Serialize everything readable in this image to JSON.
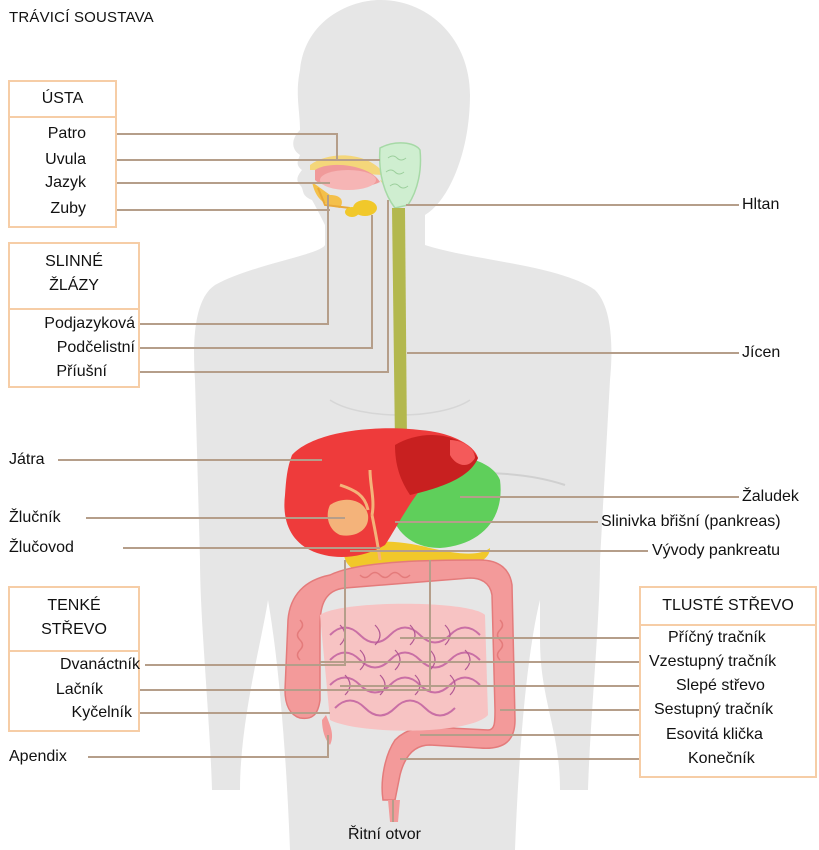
{
  "title": "TRÁVICÍ SOUSTAVA",
  "groups": {
    "usta": {
      "heading": "ÚSTA",
      "items": [
        "Patro",
        "Uvula",
        "Jazyk",
        "Zuby"
      ]
    },
    "slinne": {
      "heading_line1": "SLINNÉ",
      "heading_line2": "ŽLÁZY",
      "items": [
        "Podjazyková",
        "Podčelistní",
        "Příušní"
      ]
    },
    "tenke": {
      "heading_line1": "TENKÉ",
      "heading_line2": "STŘEVO",
      "items": [
        "Dvanáctník",
        "Lačník",
        "Kyčelník"
      ]
    },
    "tluste": {
      "heading": "TLUSTÉ STŘEVO",
      "items": [
        "Příčný tračník",
        "Vzestupný tračník",
        "Slepé střevo",
        "Sestupný tračník",
        "Esovitá klička",
        "Konečník"
      ]
    }
  },
  "labels": {
    "jatra": "Játra",
    "zlucnik": "Žlučník",
    "zlucovod": "Žlučovod",
    "apendix": "Apendix",
    "hltan": "Hltan",
    "jicen": "Jícen",
    "zaludek": "Žaludek",
    "slinivka": "Slinivka břišní (pankreas)",
    "vyvody": "Vývody pankreatu",
    "ritni": "Řitní otvor"
  },
  "colors": {
    "body": "#e6e6e6",
    "leader": "#b59e8a",
    "box_border": "#f6cda6",
    "liver": "#ee3b3b",
    "stomach": "#5fcf5b",
    "esophagus": "#b3b84e",
    "pancreas": "#f1c82a",
    "colon": "#f39a9a",
    "small_intestine": "#f7c3c3"
  }
}
